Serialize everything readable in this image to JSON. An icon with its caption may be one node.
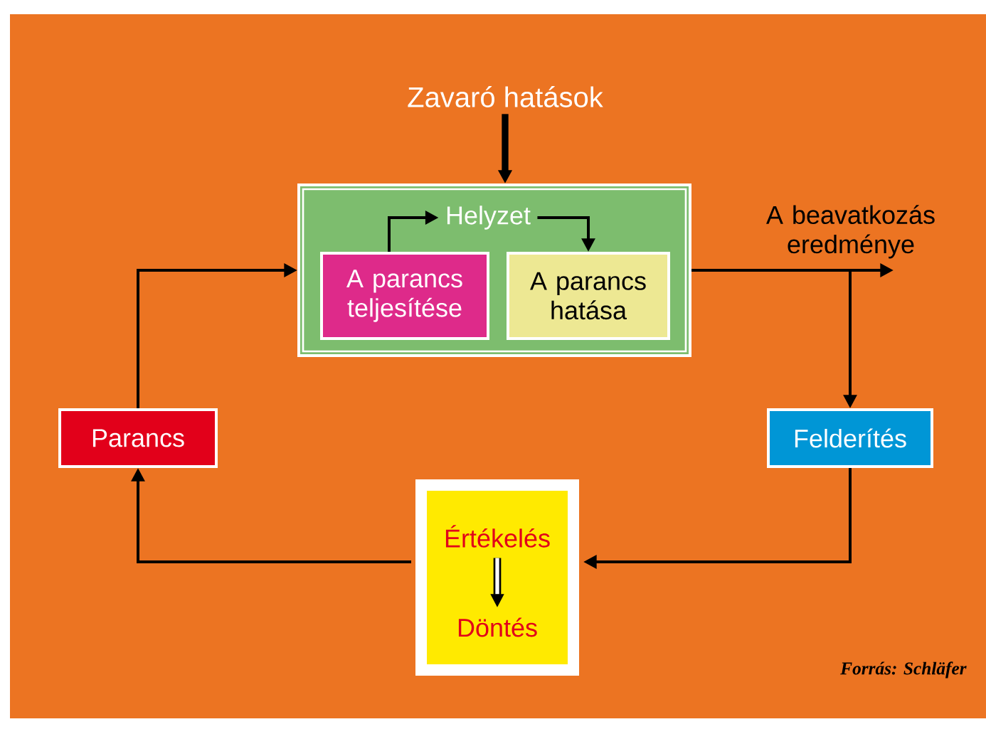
{
  "diagram": {
    "nodes": [
      {
        "text": [
          "Zavaró hatások"
        ]
      },
      {
        "text": [],
        "shape": "box"
      },
      {
        "text": [
          "Helyzet"
        ],
        "in": 1
      },
      {
        "text": [
          "A parancs teljesítése"
        ],
        "in": 1
      },
      {
        "text": [
          "A parancs hatása"
        ],
        "in": 1
      },
      {
        "text": [
          "A beavatkozás eredménye"
        ]
      },
      {
        "text": [
          "Felderítés"
        ]
      },
      {
        "text": [],
        "shape": "box"
      },
      {
        "text": [
          "Értékelés"
        ],
        "in": 7
      },
      {
        "text": [
          "Döntés"
        ],
        "in": 7
      },
      {
        "text": [
          "Parancs"
        ]
      }
    ],
    "edges": [
      {
        "from": 0,
        "to": 1,
        "arrow": "to",
        "style": "thick"
      },
      {
        "from": 3,
        "to": 2,
        "arrow": "to"
      },
      {
        "from": 2,
        "to": 4,
        "arrow": "to"
      },
      {
        "from": 1,
        "to": 5,
        "arrow": "to"
      },
      {
        "from": 1,
        "to": 6,
        "arrow": "to"
      },
      {
        "from": 6,
        "to": 7,
        "arrow": "to"
      },
      {
        "from": 7,
        "to": 10,
        "arrow": "to"
      },
      {
        "from": 10,
        "to": 1,
        "arrow": "to"
      },
      {
        "from": 8,
        "to": 9,
        "arrow": "to",
        "style": "thick"
      }
    ],
    "labels": [
      "Forrás: Schläfer"
    ]
  }
}
